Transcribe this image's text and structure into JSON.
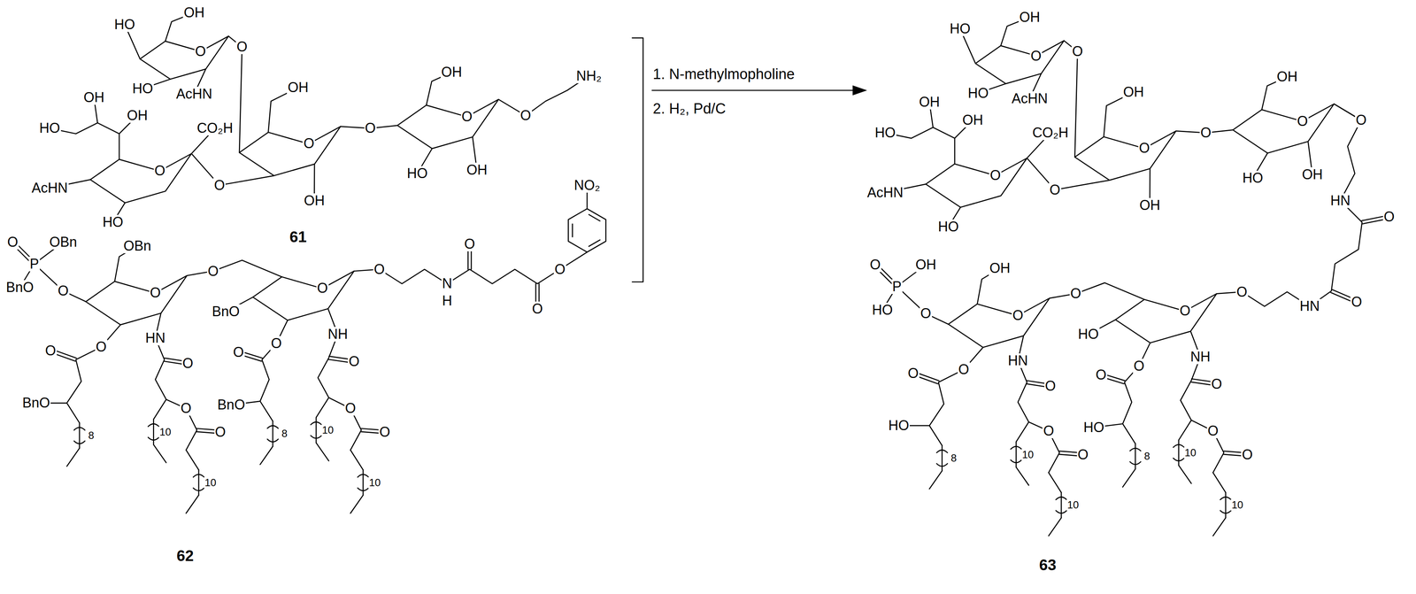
{
  "diagram": {
    "labels": [
      "HO",
      "OH",
      "O",
      "HO",
      "AcHN",
      "O",
      "OH",
      "HO",
      "OH",
      "O",
      "CO₂H",
      "AcHN",
      "HO",
      "O",
      "OH",
      "OH",
      "O",
      "O",
      "OH",
      "O",
      "HO",
      "OH",
      "O",
      "NH₂",
      "61",
      "O",
      "OBn",
      "P",
      "BnO",
      "O",
      "OBn",
      "O",
      "O",
      "BnO",
      "O",
      "O",
      "O",
      "BnO",
      "8",
      "HN",
      "O",
      "O",
      "O",
      "10",
      "10",
      "O",
      "O",
      "BnO",
      "8",
      "NH",
      "O",
      "O",
      "O",
      "10",
      "10",
      "O",
      "N",
      "H",
      "O",
      "O",
      "O",
      "NO₂",
      "62",
      "1. N-methylmopholine",
      "2. H₂, Pd/C",
      "HO",
      "OH",
      "O",
      "HO",
      "AcHN",
      "O",
      "OH",
      "HO",
      "OH",
      "O",
      "CO₂H",
      "AcHN",
      "HO",
      "O",
      "OH",
      "OH",
      "O",
      "O",
      "OH",
      "O",
      "HO",
      "OH",
      "O",
      "HN",
      "O",
      "O",
      "HN",
      "O",
      "O",
      "OH",
      "P",
      "HO",
      "O",
      "OH",
      "O",
      "O",
      "HO",
      "O",
      "O",
      "O",
      "HO",
      "8",
      "HN",
      "O",
      "O",
      "O",
      "10",
      "10",
      "O",
      "O",
      "HO",
      "8",
      "NH",
      "O",
      "O",
      "O",
      "10",
      "10",
      "63"
    ]
  }
}
